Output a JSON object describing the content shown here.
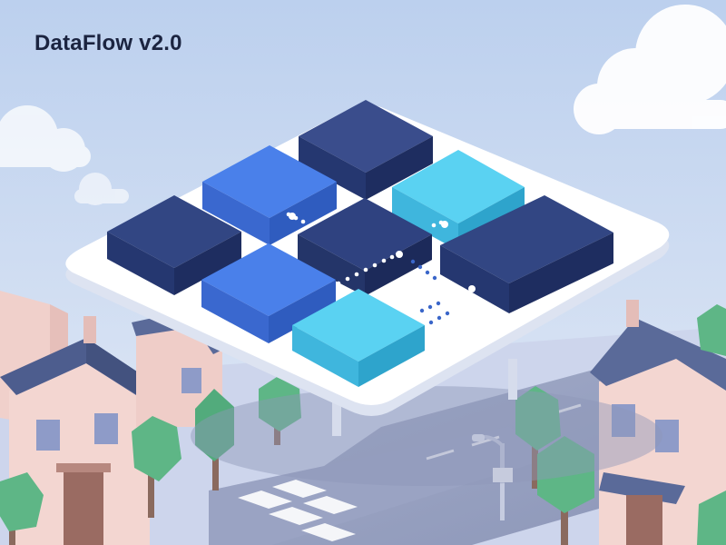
{
  "app": {
    "title": "DataFlow v2.0"
  },
  "colors": {
    "title": "#1b2440",
    "sky_top": "#bcd0ee",
    "sky_bottom": "#dfe8f6",
    "block_navy": "#253770",
    "block_blue": "#3f72df",
    "block_cyan": "#4fc7ea",
    "platform": "#ffffff",
    "roof": "#4d5d8e",
    "house_wall": "#f3d6d1",
    "tree": "#5eb686",
    "road": "#9aa4c4",
    "connector_dot": "#ffffff",
    "connector_dot_blue": "#3a66c9"
  },
  "icons": [
    "cloud-shape",
    "house-shape",
    "tree-shape",
    "street-lamp-shape"
  ]
}
